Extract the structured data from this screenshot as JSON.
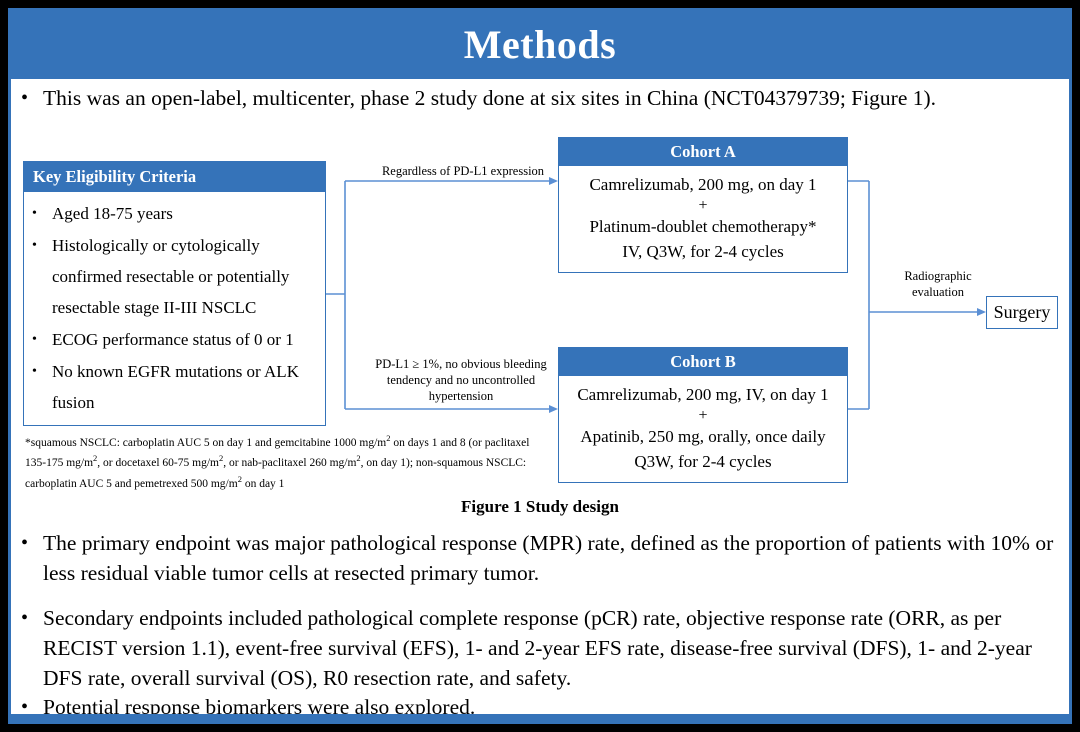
{
  "slide": {
    "title": "Methods",
    "accent_color": "#3573b9",
    "background_color": "#ffffff",
    "outer_border_color": "#000000"
  },
  "intro": {
    "bullet_marker": "•",
    "text": "This was an open-label, multicenter, phase 2 study done at six sites in China (NCT04379739; Figure 1)."
  },
  "figure": {
    "caption": "Figure 1 Study design",
    "eligibility": {
      "header": "Key  Eligibility Criteria",
      "bullet_marker": "•",
      "items": [
        "Aged 18-75 years",
        "Histologically or cytologically confirmed resectable or potentially resectable stage II-III  NSCLC",
        "ECOG performance status of 0 or 1",
        "No known EGFR mutations or ALK fusion"
      ]
    },
    "footnote": "*squamous NSCLC: carboplatin AUC 5 on day 1 and gemcitabine 1000 mg/m2 on days 1 and 8 (or paclitaxel 135-175 mg/m2, or docetaxel 60-75 mg/m2, or nab-paclitaxel 260 mg/m2, on day 1); non-squamous NSCLC: carboplatin AUC 5 and pemetrexed 500 mg/m2 on day 1",
    "branch_label_top": "Regardless  of PD-L1 expression",
    "branch_label_bottom": "PD-L1 ≥ 1%, no obvious bleeding tendency and no uncontrolled  hypertension",
    "cohort_a": {
      "header": "Cohort A",
      "line1": "Camrelizumab, 200 mg, on day 1",
      "plus": "+",
      "line2": "Platinum-doublet chemotherapy*",
      "line3": "IV, Q3W, for 2-4 cycles"
    },
    "cohort_b": {
      "header": "Cohort B",
      "line1": "Camrelizumab, 200 mg, IV, on day 1",
      "plus": "+",
      "line2": "Apatinib, 250 mg, orally, once daily",
      "line3": "Q3W, for 2-4 cycles"
    },
    "evaluation_label": "Radiographic evaluation",
    "surgery_label": "Surgery"
  },
  "endpoints": {
    "bullet_marker": "•",
    "primary": "The primary endpoint was major pathological response (MPR) rate, defined as the proportion of patients with 10% or less residual viable tumor cells at resected primary tumor.",
    "secondary": "Secondary endpoints included pathological complete response (pCR) rate, objective response rate (ORR, as per RECIST version 1.1), event-free survival (EFS), 1- and 2-year EFS rate, disease-free survival (DFS), 1- and 2-year DFS rate, overall survival (OS), R0 resection rate, and safety.",
    "biomarkers": "Potential response biomarkers were also explored."
  }
}
